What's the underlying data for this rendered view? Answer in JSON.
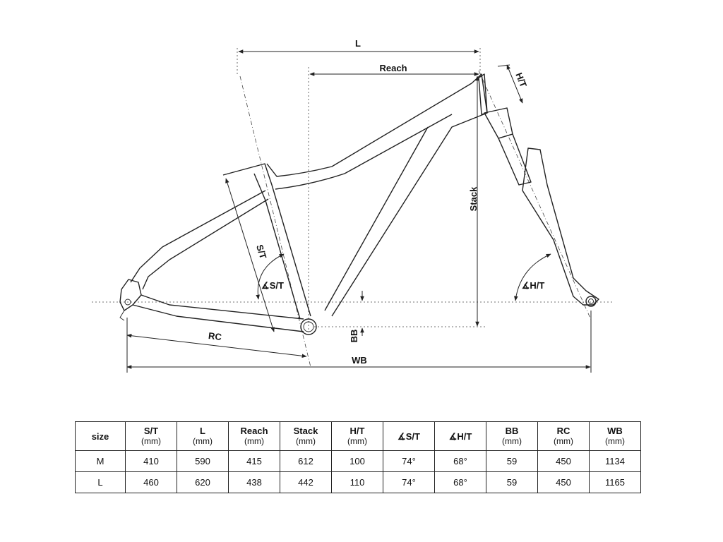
{
  "diagram": {
    "labels": {
      "l": "L",
      "reach": "Reach",
      "ht": "H/T",
      "stack": "Stack",
      "st": "S/T",
      "st_angle": "∡S/T",
      "ht_angle": "∡H/T",
      "rc": "RC",
      "bb": "BB",
      "wb": "WB"
    }
  },
  "table": {
    "columns": [
      {
        "label": "size",
        "unit": ""
      },
      {
        "label": "S/T",
        "unit": "(mm)"
      },
      {
        "label": "L",
        "unit": "(mm)"
      },
      {
        "label": "Reach",
        "unit": "(mm)"
      },
      {
        "label": "Stack",
        "unit": "(mm)"
      },
      {
        "label": "H/T",
        "unit": "(mm)"
      },
      {
        "label": "∡S/T",
        "unit": ""
      },
      {
        "label": "∡H/T",
        "unit": ""
      },
      {
        "label": "BB",
        "unit": "(mm)"
      },
      {
        "label": "RC",
        "unit": "(mm)"
      },
      {
        "label": "WB",
        "unit": "(mm)"
      }
    ],
    "rows": [
      [
        "M",
        "410",
        "590",
        "415",
        "612",
        "100",
        "74°",
        "68°",
        "59",
        "450",
        "1134"
      ],
      [
        "L",
        "460",
        "620",
        "438",
        "442",
        "110",
        "74°",
        "68°",
        "59",
        "450",
        "1165"
      ]
    ]
  }
}
